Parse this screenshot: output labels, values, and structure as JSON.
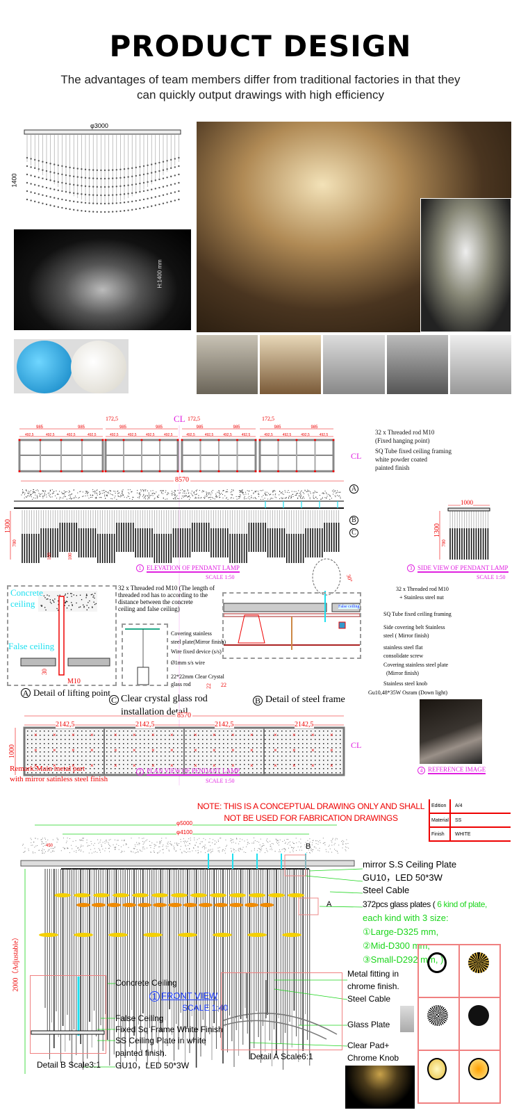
{
  "header": {
    "title": "PRODUCT DESIGN",
    "subtitle_line1": "The advantages of team members differ from traditional factories in that they",
    "subtitle_line2": "can quickly output drawings with high efficiency"
  },
  "top_sketch": {
    "width_dim": "φ3000",
    "height_dim": "1400",
    "render_height": "H:1400 mm"
  },
  "elevation": {
    "cl": "CL",
    "dims_985": "985",
    "dims_4925": "492,5",
    "dim_1725": "172,5",
    "total": "8570",
    "note1a": "32 x Threaded rod M10",
    "note1b": "(Fixed hanging point)",
    "note2a": "SQ Tube fixed ceiling framing",
    "note2b": "white powder coated",
    "note2c": "painted finish",
    "marker_a": "A",
    "marker_b": "B",
    "marker_c": "C",
    "h1300": "1300",
    "h700": "700",
    "d100": "100",
    "title_num": "1",
    "title": "ELEVATION OF PENDANT LAMP",
    "scale": "SCALE 1:50"
  },
  "side_view": {
    "width": "1000",
    "h1300": "1300",
    "h700": "700",
    "title_num": "3",
    "title": "SIDE VIEW OF PENDANT LAMP",
    "scale": "SCALE 1:50"
  },
  "detail_a": {
    "concrete1": "Concrete",
    "concrete2": "ceiling",
    "false": "False ceiling",
    "d30": "30",
    "m10": "M10",
    "marker": "A",
    "label": "Detail of lifting point",
    "rod_note": [
      "32 x Threaded rod M10 (The length of",
      "threaded rod has to according to the",
      "distance between the concrete",
      "ceiling and false ceiling)"
    ]
  },
  "detail_c": {
    "notes": [
      "Covering stainless",
      "steel plate(Mirror finish)",
      "Wire fixed device (s/s)",
      "Ø1mm s/s wire",
      "22*22mm Clear Crystal",
      "glass rod"
    ],
    "d22": "22",
    "marker": "C",
    "label1": "Clear crystal glass rod",
    "label2": "installation detail"
  },
  "detail_b": {
    "angle": "30°",
    "false_ceiling": "False ceiling",
    "notes": [
      "32 x Threaded rod M10",
      "+ Stainless steel nut",
      "SQ Tube fixed ceiling framing",
      "Side covering belt Stainless",
      "steel ( Mirror finish)",
      "stainless steel flat",
      "consolidate screw",
      "Covering stainless steel plate",
      "(Mirror finish)",
      "Stainless steel  knob",
      "Gu10,48*35W Osram (Down light)"
    ],
    "marker": "B",
    "label": "Detail of steel frame"
  },
  "plan": {
    "total": "8570",
    "segment": "2142,5",
    "depth": "1000",
    "cl": "CL",
    "remark1": "Remark:Main metal part",
    "remark2": "with mirror satinless steel finish",
    "title_num": "2",
    "title": "PLAN VIEW OF PENDANT LAMP",
    "scale": "SCALE 1:50"
  },
  "reference": {
    "title_num": "4",
    "title": "REFERENCE IMAGE"
  },
  "front": {
    "note1": "NOTE: THIS IS A CONCEPTUAL DRAWING ONLY AND SHALL",
    "note2": "NOT BE USED FOR FABRICATION DRAWINGS",
    "table": [
      {
        "k": "Edition",
        "v": "A/4"
      },
      {
        "k": "Material",
        "v": "SS"
      },
      {
        "k": "Finish",
        "v": "WHITE"
      }
    ],
    "d5000": "φ5000",
    "d4100": "φ4100",
    "d450": "450",
    "height": "2000（Adjustable）",
    "marker_b": "B",
    "marker_a": "A",
    "labels": [
      "mirror S.S Ceiling Plate",
      "GU10，LED 50*3W",
      "Steel Cable"
    ],
    "glass_a": "372pcs glass plates ( ",
    "glass_b": "6 kind of plate,",
    "glass_lines": [
      "each kind with 3 size:",
      "①Large-D325 mm,",
      "②Mid-D300 mm,",
      "③Small-D292 mm, )"
    ],
    "title_num": "1",
    "title": "FRONT VIEW",
    "scale": "SCALE 1:40",
    "detail_b_labels": [
      "Concrete Ceiling",
      "False Ceiling",
      "Fixed Sq Frame White Finish",
      "SS Ceiling Plate in white",
      "painted finish.",
      "GU10，LED 50*3W"
    ],
    "detail_b_title": "Detail B  Scale3:1",
    "detail_a_labels": [
      "Metal fitting in",
      "chrome finish.",
      "Steel Cable",
      "Glass Plate",
      "Clear Pad+",
      "Chrome Knob"
    ],
    "detail_a_title": "Detail A  Scale6:1"
  },
  "colors": {
    "red": "#ee0000",
    "magenta": "#e020e0",
    "green": "#1bd51b",
    "cyan": "#1ee0f0",
    "blue": "#1a3cff"
  }
}
